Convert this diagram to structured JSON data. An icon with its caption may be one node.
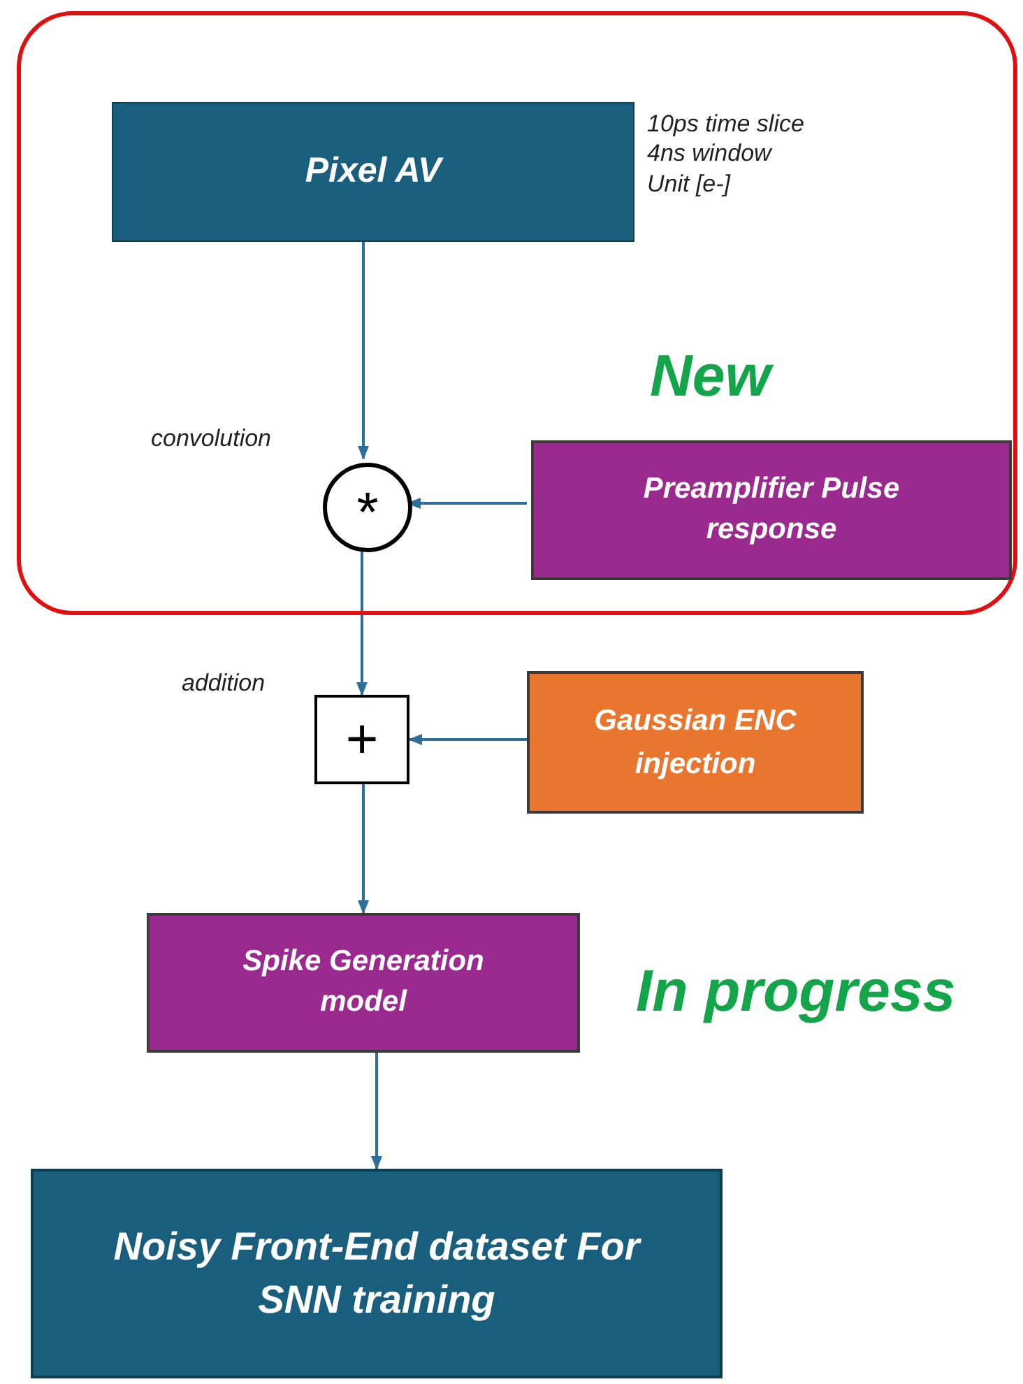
{
  "diagram": {
    "nodes": [
      {
        "text": [],
        "shape": "box"
      },
      {
        "text": [
          "Pixel AV"
        ],
        "in": 0,
        "beside": [
          "10ps time slice",
          "4ns window",
          "Unit [e-]"
        ]
      },
      {
        "text": [
          "*"
        ],
        "in": 0,
        "beside": [
          "convolution"
        ]
      },
      {
        "text": [
          "Preamplifier Pulse response"
        ],
        "in": 0
      },
      {
        "text": [
          "+"
        ],
        "beside": [
          "addition"
        ]
      },
      {
        "text": [
          "Gaussian ENC injection"
        ]
      },
      {
        "text": [
          "Spike Generation model"
        ]
      },
      {
        "text": [
          "Noisy Front-End dataset For SNN training"
        ]
      }
    ],
    "edges": [
      {
        "from": 1,
        "to": 2,
        "arrow": "to"
      },
      {
        "from": 3,
        "to": 2,
        "arrow": "to"
      },
      {
        "from": 2,
        "to": 4,
        "arrow": "to"
      },
      {
        "from": 5,
        "to": 4,
        "arrow": "to"
      },
      {
        "from": 4,
        "to": 6,
        "arrow": "to"
      },
      {
        "from": 6,
        "to": 7,
        "arrow": "to"
      }
    ],
    "labels": [
      "New",
      "In progress"
    ]
  }
}
